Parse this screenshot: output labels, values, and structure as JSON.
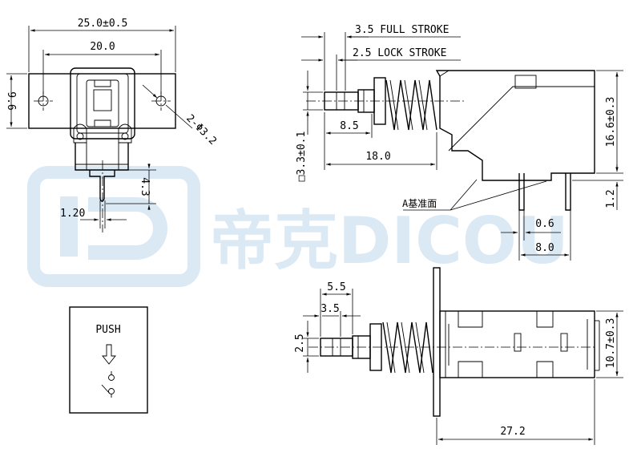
{
  "watermark": {
    "text": "帝克DICOU",
    "color": "#dbe9f5"
  },
  "front_view": {
    "dim_overall_width": "25.0±0.5",
    "dim_hole_pitch": "20.0",
    "dim_height": "9.6",
    "dim_holes": "2-Φ3.2",
    "dim_pin_len": "4.3",
    "dim_pin_w": "1.20"
  },
  "side_view": {
    "dim_full_stroke": "3.5 FULL STROKE",
    "dim_lock_stroke": "2.5 LOCK STROKE",
    "dim_plunger_dia": "□3.3±0.1",
    "dim_plunger_len": "8.5",
    "dim_body_offset": "18.0",
    "dim_body_height": "16.6±0.3",
    "dim_pin_stub": "1.2",
    "dim_pin_thickness": "0.6",
    "dim_pin_pitch": "8.0",
    "ref_surface": "A基准面"
  },
  "top_view": {
    "dim_5_5": "5.5",
    "dim_3_5": "3.5",
    "dim_2_5": "2.5",
    "dim_width": "10.7±0.3",
    "dim_length": "27.2"
  },
  "symbol_box": {
    "label": "PUSH"
  }
}
